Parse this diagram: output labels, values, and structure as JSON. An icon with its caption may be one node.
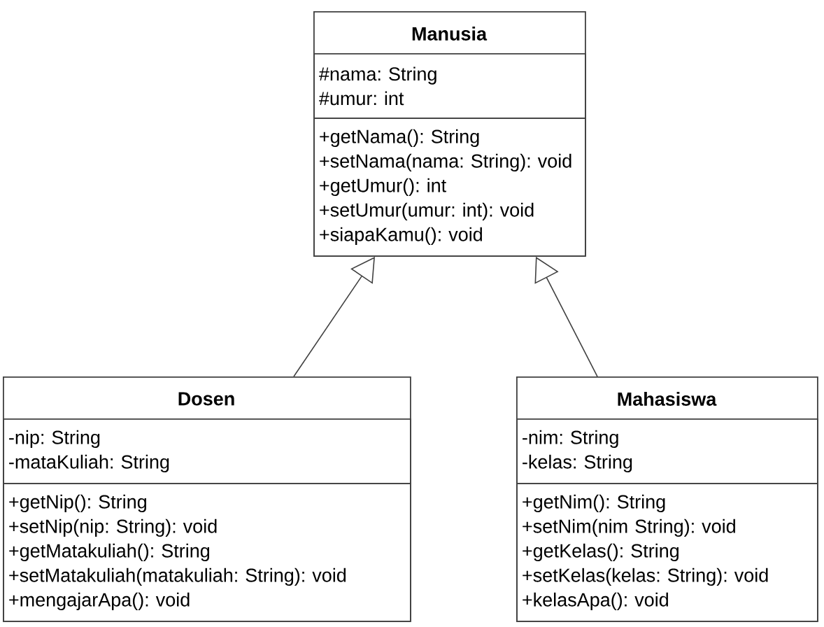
{
  "diagram": {
    "nodes": [
      {
        "text": [
          "Manusia"
        ]
      },
      {
        "text": [
          "#nama: String",
          "#umur: int"
        ],
        "in": 0
      },
      {
        "text": [
          "+getNama(): String",
          "+setNama(nama: String): void",
          "+getUmur(): int",
          "+setUmur(umur: int): void",
          "+siapaKamu(): void"
        ],
        "in": 0
      },
      {
        "text": [
          "Dosen"
        ]
      },
      {
        "text": [
          "-nip: String",
          "-mataKuliah: String"
        ],
        "in": 3
      },
      {
        "text": [
          "+getNip(): String",
          "+setNip(nip: String): void",
          "+getMatakuliah(): String",
          "+setMatakuliah(matakuliah: String): void",
          "+mengajarApa(): void"
        ],
        "in": 3
      },
      {
        "text": [
          "Mahasiswa"
        ]
      },
      {
        "text": [
          "-nim: String",
          "-kelas: String"
        ],
        "in": 6
      },
      {
        "text": [
          "+getNim(): String",
          "+setNim(nim String): void",
          "+getKelas(): String",
          "+setKelas(kelas: String): void",
          "+kelasApa(): void"
        ],
        "in": 6
      }
    ],
    "edges": [
      {
        "from": 3,
        "to": 0,
        "arrow": "to"
      },
      {
        "from": 6,
        "to": 0,
        "arrow": "to"
      }
    ]
  }
}
